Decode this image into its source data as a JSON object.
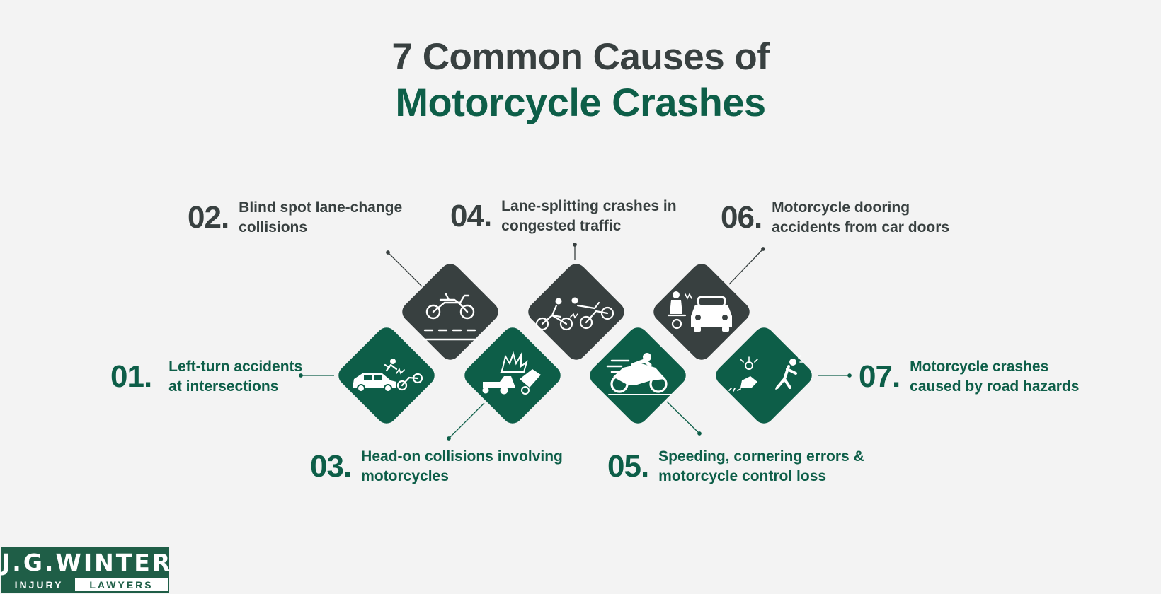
{
  "title": {
    "line1": "7 Common Causes of",
    "line2": "Motorcycle Crashes"
  },
  "causes": [
    {
      "num": "01.",
      "line1": "Left-turn accidents",
      "line2": "at intersections",
      "icon": "car-motorcycle-collision-icon"
    },
    {
      "num": "02.",
      "line1": "Blind spot lane-change",
      "line2": "collisions",
      "icon": "motorcycle-lane-icon"
    },
    {
      "num": "03.",
      "line1": "Head-on collisions involving",
      "line2": "motorcycles",
      "icon": "head-on-crash-icon"
    },
    {
      "num": "04.",
      "line1": "Lane-splitting crashes in",
      "line2": "congested traffic",
      "icon": "lane-splitting-riders-icon"
    },
    {
      "num": "05.",
      "line1": "Speeding, cornering errors &",
      "line2": "motorcycle control loss",
      "icon": "speeding-sportbike-icon"
    },
    {
      "num": "06.",
      "line1": "Motorcycle dooring",
      "line2": "accidents from car doors",
      "icon": "car-door-rider-icon"
    },
    {
      "num": "07.",
      "line1": "Motorcycle crashes",
      "line2": "caused by road hazards",
      "icon": "road-hazard-fall-icon"
    }
  ],
  "logo": {
    "brand": "J.G.WINTER",
    "sub_left": "INJURY",
    "sub_right": "LAWYERS"
  },
  "colors": {
    "background": "#f3f3f3",
    "dark": "#384040",
    "green": "#0d5e48"
  }
}
